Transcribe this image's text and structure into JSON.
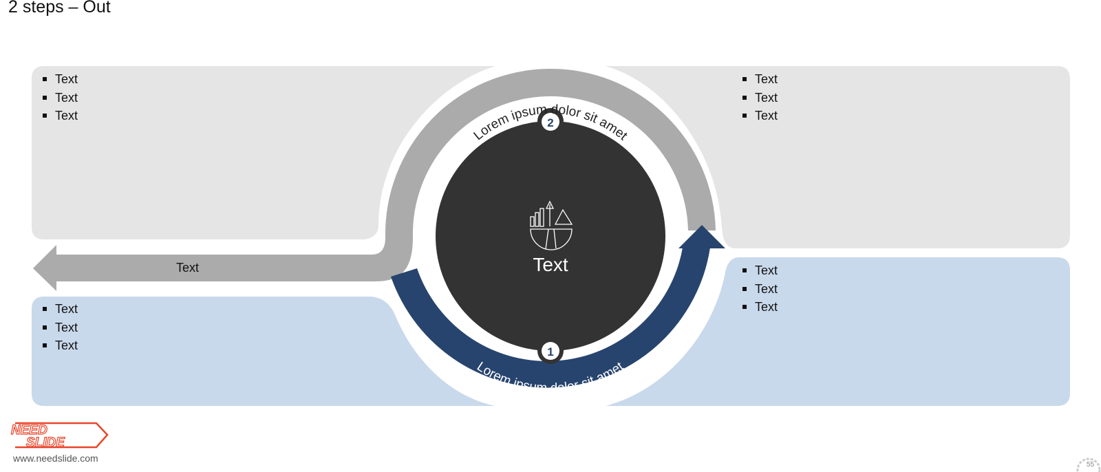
{
  "slide": {
    "title": "2 steps – Out",
    "page_number": "55"
  },
  "panels": {
    "top_left": [
      "Text",
      "Text",
      "Text"
    ],
    "top_right": [
      "Text",
      "Text",
      "Text"
    ],
    "bottom_left": [
      "Text",
      "Text",
      "Text"
    ],
    "bottom_right": [
      "Text",
      "Text",
      "Text"
    ]
  },
  "cycle": {
    "outer_label_top": "Lorem ipsum dolor sit amet",
    "outer_label_bottom": "Lorem ipsum dolor sit amet",
    "step_top": "2",
    "step_bottom": "1",
    "center_text": "Text",
    "center_icon": "chart-icon",
    "exit_arrow_label": "Text"
  },
  "brand": {
    "logo_line1": "NEED",
    "logo_line2": "SLIDE",
    "website": "www.needslide.com"
  },
  "colors": {
    "panel_gray": "#e5e5e5",
    "panel_blue": "#c9d9ec",
    "arc_gray": "#ababab",
    "arc_blue": "#27446e",
    "center_dark": "#333333",
    "brand_red": "#e8452a"
  }
}
